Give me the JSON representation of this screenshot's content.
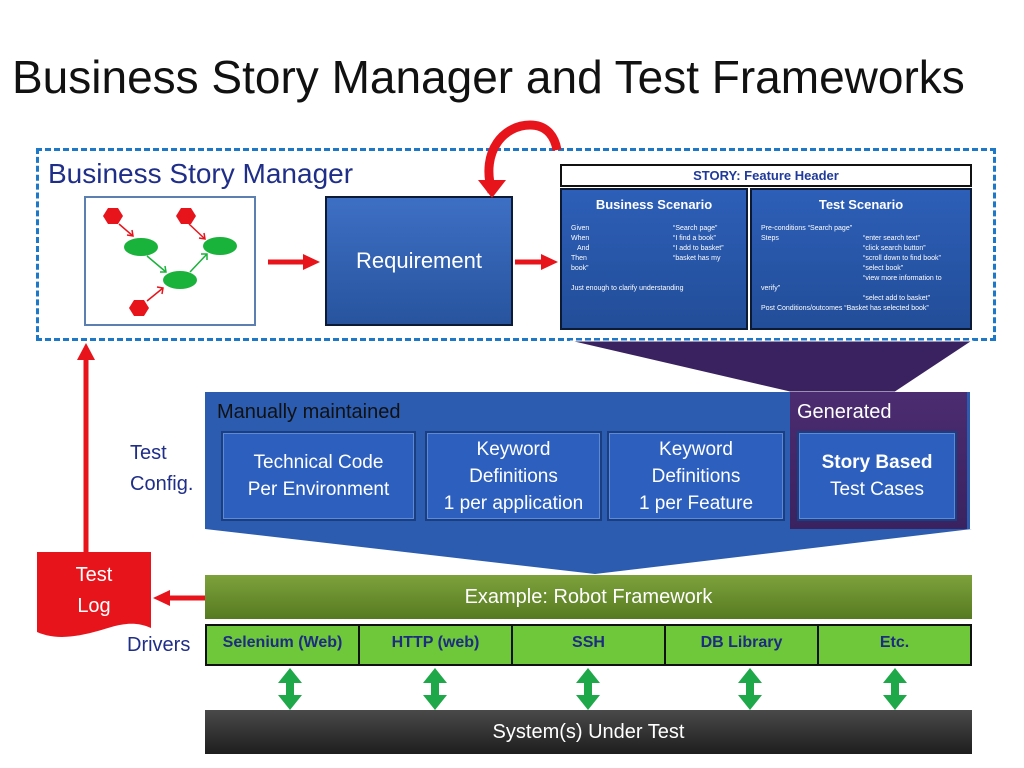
{
  "title": "Business Story Manager and Test Frameworks",
  "bsm": {
    "label": "Business Story Manager",
    "requirement": "Requirement"
  },
  "story": {
    "header": "STORY: Feature Header",
    "business": {
      "title": "Business Scenario",
      "rows": [
        {
          "k": "Given",
          "v": "“Search page”"
        },
        {
          "k": "When",
          "v": "“I find a book”"
        },
        {
          "k": "And",
          "v": "“I add to basket”"
        },
        {
          "k": "Then",
          "v": "“basket has my"
        }
      ],
      "wrap": "book”",
      "note": "Just enough to clarify understanding"
    },
    "test": {
      "title": "Test Scenario",
      "pre": "Pre-conditions “Search page”",
      "steps_label": "Steps",
      "steps": [
        "“enter search text”",
        "“click search button”",
        "“scroll down to find book”",
        "“select book”",
        "“view more information to"
      ],
      "verify": "verify”",
      "last_step": "“select add to basket”",
      "post": "Post Conditions/outcomes “Basket has selected book”"
    }
  },
  "config": {
    "side_label_1": "Test",
    "side_label_2": "Config.",
    "manual_title": "Manually maintained",
    "generated_title": "Generated",
    "cards": [
      {
        "line1": "Technical Code",
        "line2": "Per Environment",
        "line3": ""
      },
      {
        "line1": "Keyword",
        "line2": "Definitions",
        "line3": "1 per application"
      },
      {
        "line1": "Keyword",
        "line2": "Definitions",
        "line3": "1 per Feature"
      }
    ],
    "generated_card": {
      "line1": "Story Based",
      "line2": "Test Cases"
    }
  },
  "framework": "Example: Robot Framework",
  "drivers_label": "Drivers",
  "drivers": [
    "Selenium (Web)",
    "HTTP (web)",
    "SSH",
    "DB Library",
    "Etc."
  ],
  "sut": "System(s) Under Test",
  "test_log": {
    "line1": "Test",
    "line2": "Log"
  },
  "colors": {
    "red_arrow": "#e8141b",
    "green_arrow": "#1fa84a",
    "dashed_frame": "#1e78c8",
    "panel_blue": "#2b5cb0",
    "generated_purple": "#4b2c70",
    "framework_green": "#6b8f2e",
    "driver_green": "#6fc83a"
  }
}
